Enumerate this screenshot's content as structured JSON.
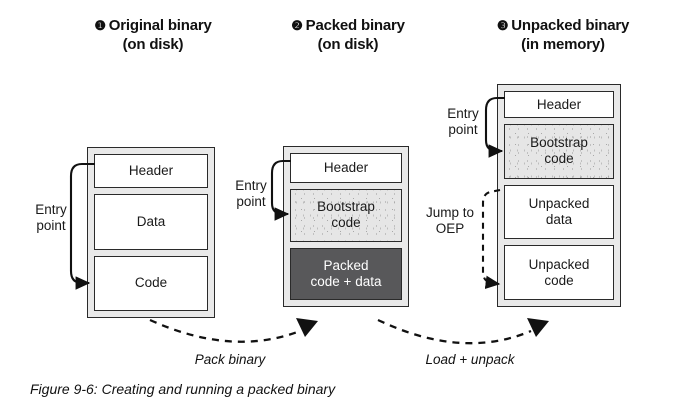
{
  "figure": {
    "caption": "Figure 9-6: Creating and running a packed binary"
  },
  "columns": [
    {
      "number": "❶",
      "title": "Original binary",
      "subtitle": "(on disk)",
      "entry_label_line1": "Entry",
      "entry_label_line2": "point",
      "segments": [
        {
          "label": "Header",
          "style": "white"
        },
        {
          "label": "Data",
          "style": "white"
        },
        {
          "label": "Code",
          "style": "white"
        }
      ]
    },
    {
      "number": "❷",
      "title": "Packed binary",
      "subtitle": "(on disk)",
      "entry_label_line1": "Entry",
      "entry_label_line2": "point",
      "segments": [
        {
          "label": "Header",
          "style": "white"
        },
        {
          "label": "Bootstrap",
          "label2": "code",
          "style": "speckle"
        },
        {
          "label": "Packed",
          "label2": "code + data",
          "style": "dark"
        }
      ]
    },
    {
      "number": "❸",
      "title": "Unpacked binary",
      "subtitle": "(in memory)",
      "entry_label_line1": "Entry",
      "entry_label_line2": "point",
      "segments": [
        {
          "label": "Header",
          "style": "white"
        },
        {
          "label": "Bootstrap",
          "label2": "code",
          "style": "speckle"
        },
        {
          "label": "Unpacked",
          "label2": "data",
          "style": "white"
        },
        {
          "label": "Unpacked",
          "label2": "code",
          "style": "white"
        }
      ]
    }
  ],
  "jump": {
    "line1": "Jump to",
    "line2": "OEP"
  },
  "flows": [
    {
      "label": "Pack binary"
    },
    {
      "label": "Load + unpack"
    }
  ],
  "colors": {
    "frame_fill": "#e9e9e9",
    "stroke": "#2a2a2a",
    "dark_segment": "#58585a",
    "speckle_fill": "#e6e6e6",
    "text": "#1a1a1a"
  }
}
